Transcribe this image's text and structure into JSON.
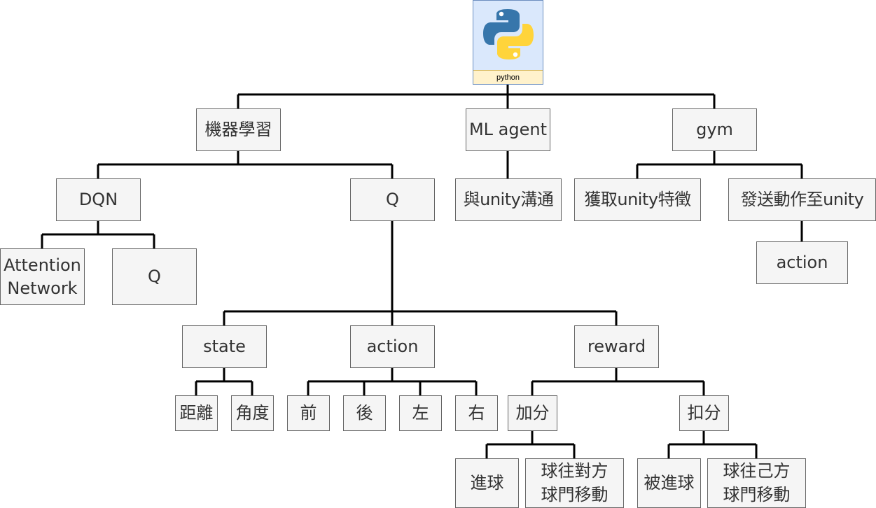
{
  "root": {
    "label": "python"
  },
  "nodes": {
    "ml": "機器學習",
    "mlagent": "ML agent",
    "gym": "gym",
    "dqn": "DQN",
    "q1": "Q",
    "unity_comm": "與unity溝通",
    "unity_feat": "獲取unity特徵",
    "send_action": "發送動作至unity",
    "attention": "Attention\nNetwork",
    "q2": "Q",
    "gym_action": "action",
    "state": "state",
    "action": "action",
    "reward": "reward",
    "distance": "距離",
    "angle": "角度",
    "forward": "前",
    "back": "後",
    "left": "左",
    "right": "右",
    "plus": "加分",
    "minus": "扣分",
    "goal": "進球",
    "ball_to_opp": "球往對方\n球門移動",
    "conceded": "被進球",
    "ball_to_own": "球往己方\n球門移動"
  },
  "colors": {
    "node_fill": "#f5f5f5",
    "node_stroke": "#666666",
    "text": "#333333",
    "edge": "#000000",
    "root_fill": "#dae8fc",
    "root_stroke": "#6c8ebf",
    "root_label_fill": "#fff2cc",
    "root_label_stroke": "#d6b656",
    "logo_blue": "#3776ab",
    "logo_yellow": "#ffd43b"
  }
}
